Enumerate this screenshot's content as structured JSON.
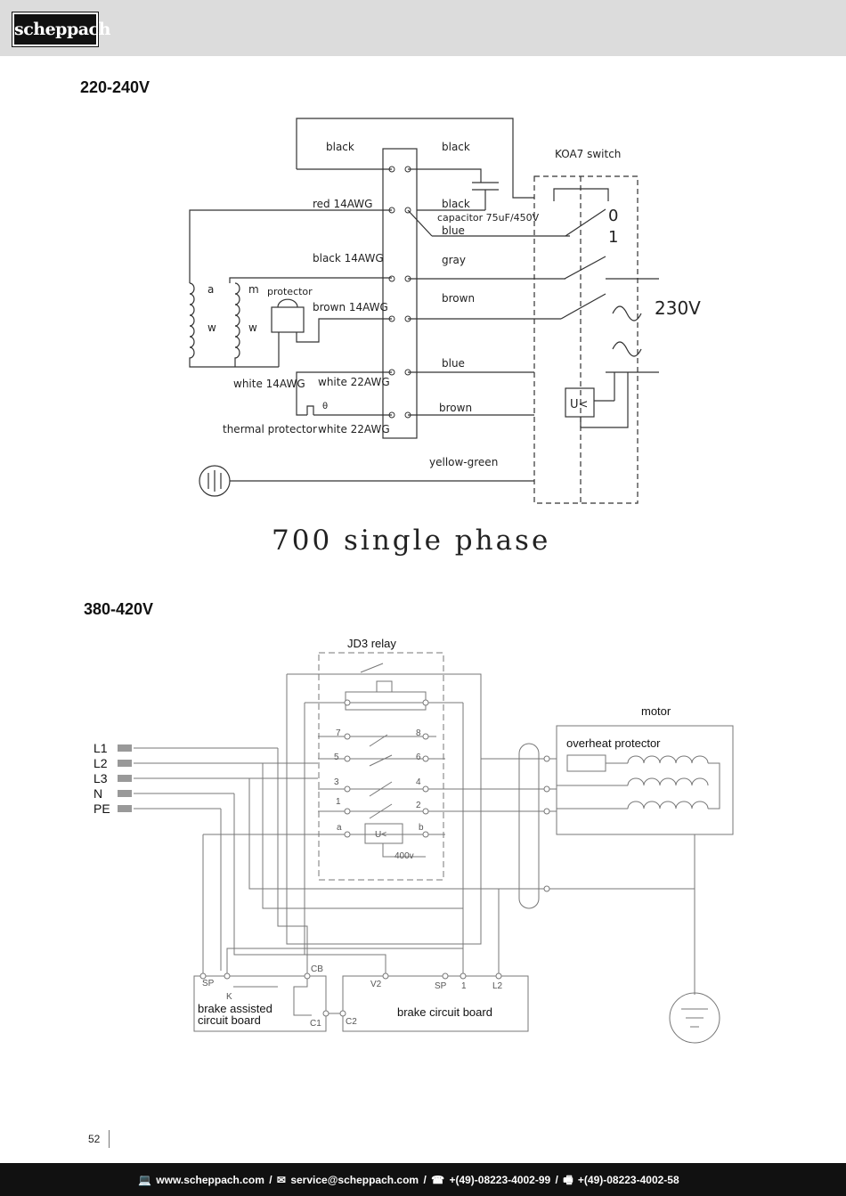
{
  "header": {
    "logo_text": "scheppach"
  },
  "section1": {
    "title": "220-240V",
    "caption": "700 single phase",
    "labels": {
      "black_top_left": "black",
      "black_top_right": "black",
      "koa7_switch": "KOA7 switch",
      "red_14awg": "red 14AWG",
      "black_mid": "black",
      "capacitor": "capacitor 75uF/450V",
      "blue_1": "blue",
      "black_14awg": "black 14AWG",
      "gray": "gray",
      "protector": "protector",
      "brown_14awg": "brown 14AWG",
      "brown_1": "brown",
      "voltage": "230V",
      "blue_2": "blue",
      "white_14awg": "white 14AWG",
      "white_22awg_1": "white 22AWG",
      "brown_2": "brown",
      "thermal_protector": "thermal protector",
      "white_22awg_2": "white 22AWG",
      "yellow_green": "yellow-green",
      "switch_0": "0",
      "switch_1": "1",
      "coil_a": "a",
      "coil_m": "m",
      "coil_w1": "w",
      "coil_w2": "w",
      "theta": "θ",
      "uk": "U<"
    }
  },
  "section2": {
    "title": "380-420V",
    "labels": {
      "jd3_relay": "JD3 relay",
      "motor": "motor",
      "overheat_protector": "overheat protector",
      "brake_assisted_line1": "brake assisted",
      "brake_assisted_line2": "circuit board",
      "brake_circuit_board": "brake circuit board",
      "uk": "U<",
      "v400": "400v",
      "t7": "7",
      "t8": "8",
      "t5": "5",
      "t6": "6",
      "t3": "3",
      "t4": "4",
      "t1": "1",
      "t2": "2",
      "ta": "a",
      "tb": "b",
      "sp_left": "SP",
      "k": "K",
      "cb": "CB",
      "c1": "C1",
      "c2": "C2",
      "v2": "V2",
      "sp_right": "SP",
      "one": "1",
      "l2_board": "L2"
    },
    "supply_lines": [
      "L1",
      "L2",
      "L3",
      "N",
      "PE"
    ]
  },
  "page_number": "52",
  "footer": {
    "website": "www.scheppach.com",
    "email": "service@scheppach.com",
    "phone": "+(49)-08223-4002-99",
    "fax": "+(49)-08223-4002-58",
    "separator": "/"
  }
}
